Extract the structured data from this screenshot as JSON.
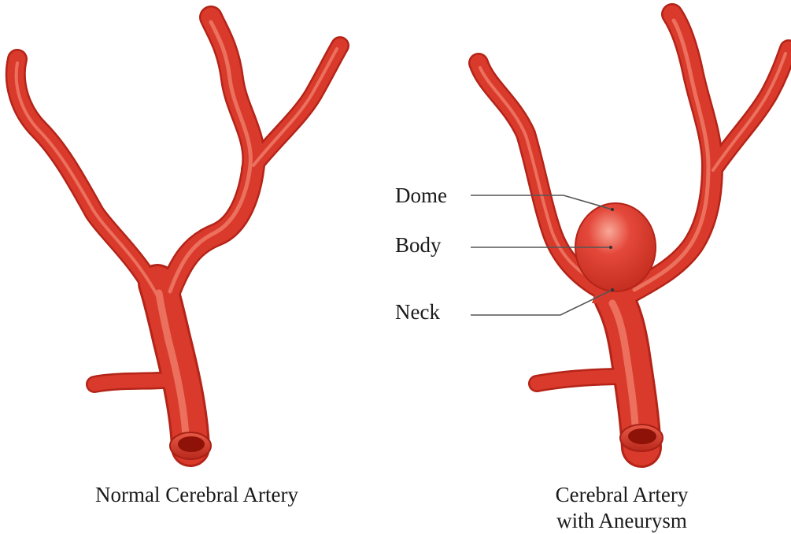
{
  "panels": [
    {
      "caption": "Normal Cerebral Artery"
    },
    {
      "caption": "Cerebral Artery\nwith Aneurysm"
    }
  ],
  "labels": {
    "dome": "Dome",
    "body": "Body",
    "neck": "Neck"
  },
  "colors": {
    "vessel": "#d93a2b",
    "vessel_dark": "#b42418",
    "vessel_highlight": "#f2836f",
    "lumen": "#8e1208",
    "leader_line": "#555555",
    "text": "#1a1a1a"
  }
}
